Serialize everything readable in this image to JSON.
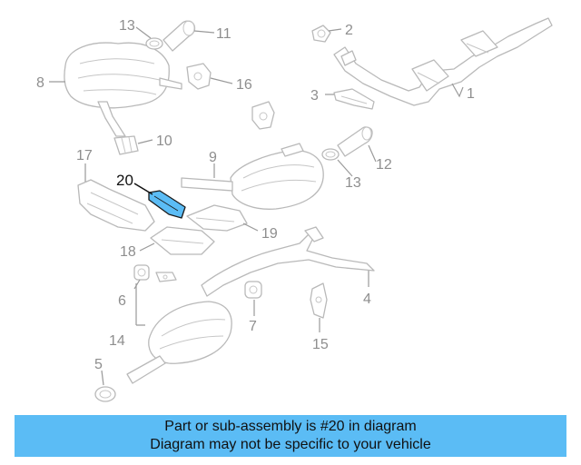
{
  "diagram": {
    "labels": {
      "p1": "1",
      "p2": "2",
      "p3": "3",
      "p4": "4",
      "p5": "5",
      "p6": "6",
      "p7": "7",
      "p8": "8",
      "p9": "9",
      "p10": "10",
      "p11": "11",
      "p12": "12",
      "p13a": "13",
      "p13b": "13",
      "p14": "14",
      "p15": "15",
      "p16": "16",
      "p17": "17",
      "p18": "18",
      "p19": "19",
      "p20": "20"
    },
    "highlight_part": "20",
    "highlight_color": "#5bbcf5",
    "line_color": "#b9b9b9"
  },
  "banner": {
    "line1": "Part or sub-assembly is #20 in diagram",
    "line2": "Diagram may not be specific to your vehicle",
    "color": "#5bbcf5"
  }
}
